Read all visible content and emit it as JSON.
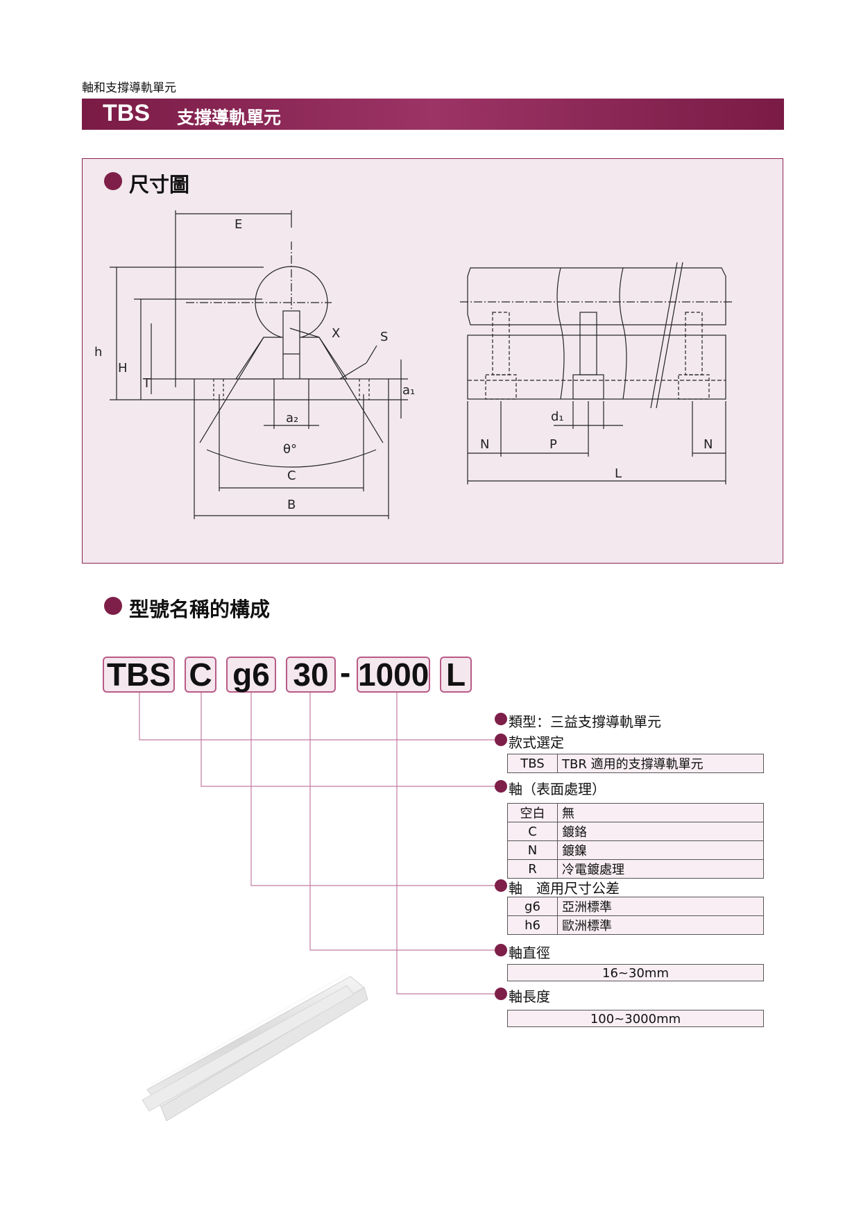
{
  "header": {
    "breadcrumb": "軸和支撐導軌單元",
    "code": "TBS",
    "name": "支撐導軌單元"
  },
  "section1": {
    "title": "尺寸圖"
  },
  "drawing_labels": {
    "E": "E",
    "X": "X",
    "S": "S",
    "h": "h",
    "H": "H",
    "T": "T",
    "a1": "a₁",
    "a2": "a₂",
    "theta": "θ°",
    "C": "C",
    "B": "B",
    "d1": "d₁",
    "N_left": "N",
    "P": "P",
    "N_right": "N",
    "L": "L"
  },
  "section2": {
    "title": "型號名稱的構成"
  },
  "model_code": {
    "parts": [
      "TBS",
      "C",
      "g6",
      "30",
      "1000",
      "L"
    ],
    "separator": "-"
  },
  "options": {
    "type": {
      "label": "類型：三益支撐導軌單元"
    },
    "style": {
      "label": "款式選定",
      "rows": [
        {
          "key": "TBS",
          "value": "TBR 適用的支撐導軌單元"
        }
      ]
    },
    "surface": {
      "label": "軸（表面處理）",
      "rows": [
        {
          "key": "空白",
          "value": "無"
        },
        {
          "key": "C",
          "value": "鍍鉻"
        },
        {
          "key": "N",
          "value": "鍍鎳"
        },
        {
          "key": "R",
          "value": "冷電鍍處理"
        }
      ]
    },
    "tolerance": {
      "label": "軸　適用尺寸公差",
      "rows": [
        {
          "key": "g6",
          "value": "亞洲標準"
        },
        {
          "key": "h6",
          "value": "歐洲標準"
        }
      ]
    },
    "diameter": {
      "label": "軸直徑",
      "range": "16~30mm"
    },
    "length": {
      "label": "軸長度",
      "range": "100~3000mm"
    }
  },
  "colors": {
    "accent": "#7e1f49",
    "panel": "#f2e8ee"
  }
}
